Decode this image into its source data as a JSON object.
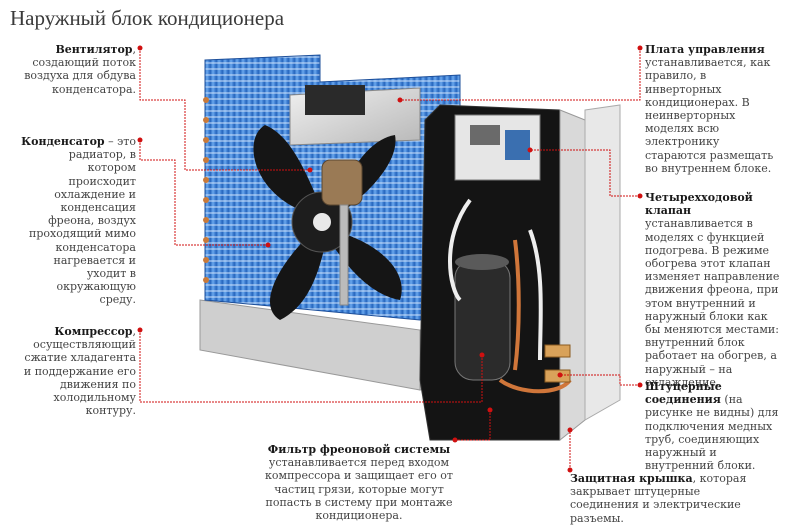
{
  "title": "Наружный блок кондиционера",
  "labels": {
    "fan": {
      "name": "Вентилятор",
      "desc": ", создающий поток воздуха для обдува конденсатора."
    },
    "condenser": {
      "name": "Конденсатор",
      "desc": " – это радиатор, в котором происходит охлаждение и конденсация фреона, воздух проходящий мимо конденсатора нагревается и уходит в окружающую среду."
    },
    "compressor": {
      "name": "Компрессор",
      "desc": ", осуществляющий сжатие хладагента и поддержание его движения по холодильному контуру."
    },
    "filter": {
      "name": "Фильтр фреоновой системы",
      "desc": "устанавливается перед входом компрессора и защищает его от частиц грязи, которые могут попасть в систему при монтаже кондиционера."
    },
    "board": {
      "name": "Плата управления",
      "desc": "устанавливается, как правило, в инверторных кондиционерах. В неинверторных моделях всю электронику стараются размещать во внутреннем блоке."
    },
    "valve": {
      "name": "Четырехходовой клапан",
      "desc": " устанавливается в моделях с функцией подогрева. В режиме обогрева этот клапан изменяет направление движения фреона, при этом внутренний и наружный блоки как бы меняются местами: внутренний блок работает на обогрев, а наружный – на охлаждение."
    },
    "fittings": {
      "name": "Штуцерные соединения",
      "desc": " (на рисунке не видны) для подключения медных труб, соединяющих наружный и внутренний блоки."
    },
    "cover": {
      "name": "Защитная крышка",
      "desc": ", которая закрывает штуцерные соединения и электрические разъемы."
    }
  },
  "colors": {
    "leader": "#d01010",
    "condenser": "#3b7fd6",
    "casing": "#d8d8d8",
    "fan": "#151515"
  }
}
